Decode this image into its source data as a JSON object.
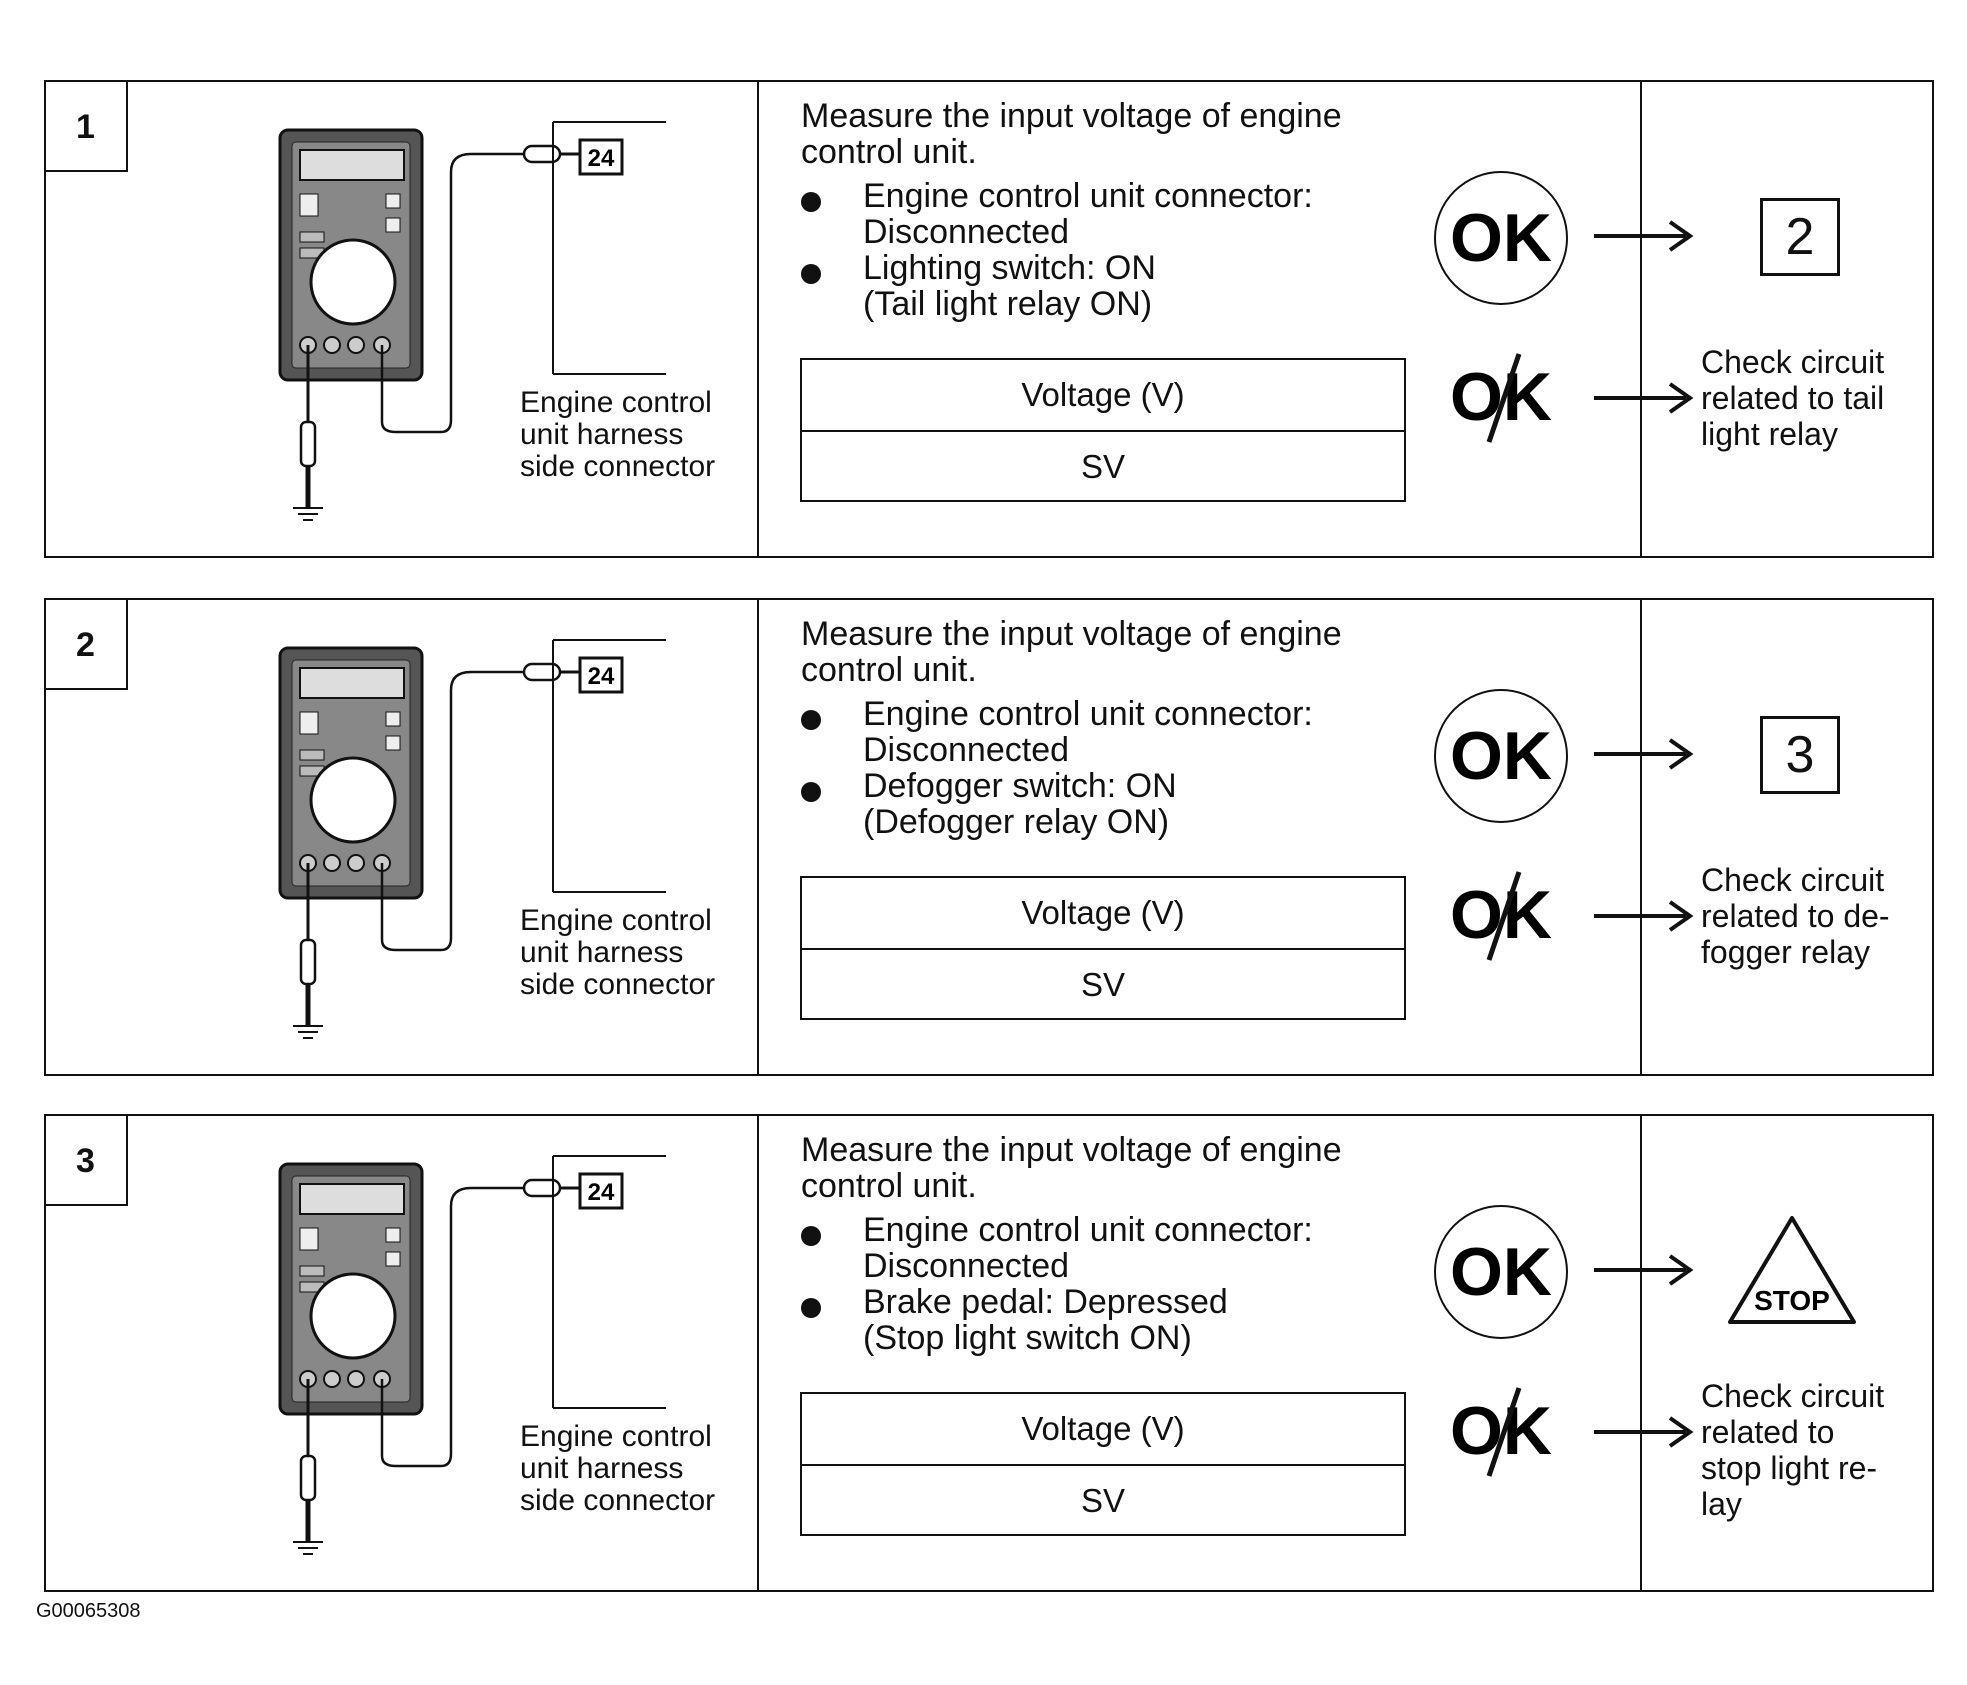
{
  "steps": [
    {
      "number": "1",
      "connector_pin": "24",
      "connector_caption": [
        "Engine control",
        "unit harness",
        "side connector"
      ],
      "instruction": [
        "Measure the input voltage of engine",
        "control unit."
      ],
      "bullets": [
        [
          "Engine control unit connector:",
          "Disconnected"
        ],
        [
          "Lighting switch: ON",
          "(Tail light relay ON)"
        ]
      ],
      "table": {
        "header": "Voltage  (V)",
        "value": "SV"
      },
      "ok_label": "OK",
      "ng_label": "OK",
      "ok_result": {
        "type": "step",
        "text": "2"
      },
      "ng_result": [
        "Check circuit",
        "related to tail",
        "light relay"
      ]
    },
    {
      "number": "2",
      "connector_pin": "24",
      "connector_caption": [
        "Engine control",
        "unit harness",
        "side connector"
      ],
      "instruction": [
        "Measure the input voltage of engine",
        "control unit."
      ],
      "bullets": [
        [
          "Engine control unit connector:",
          "Disconnected"
        ],
        [
          "Defogger switch: ON",
          "(Defogger relay ON)"
        ]
      ],
      "table": {
        "header": "Voltage  (V)",
        "value": "SV"
      },
      "ok_label": "OK",
      "ng_label": "OK",
      "ok_result": {
        "type": "step",
        "text": "3"
      },
      "ng_result": [
        "Check circuit",
        "related to de-",
        "fogger relay"
      ]
    },
    {
      "number": "3",
      "connector_pin": "24",
      "connector_caption": [
        "Engine control",
        "unit harness",
        "side connector"
      ],
      "instruction": [
        "Measure the input voltage of engine",
        "control unit."
      ],
      "bullets": [
        [
          "Engine control unit connector:",
          "Disconnected"
        ],
        [
          "Brake pedal: Depressed",
          "(Stop light switch ON)"
        ]
      ],
      "table": {
        "header": "Voltage  (V)",
        "value": "SV"
      },
      "ok_label": "OK",
      "ng_label": "OK",
      "ok_result": {
        "type": "stop",
        "text": "STOP"
      },
      "ng_result": [
        "Check circuit",
        "related to",
        "stop light re-",
        "lay"
      ]
    }
  ],
  "figure_id": "G00065308"
}
